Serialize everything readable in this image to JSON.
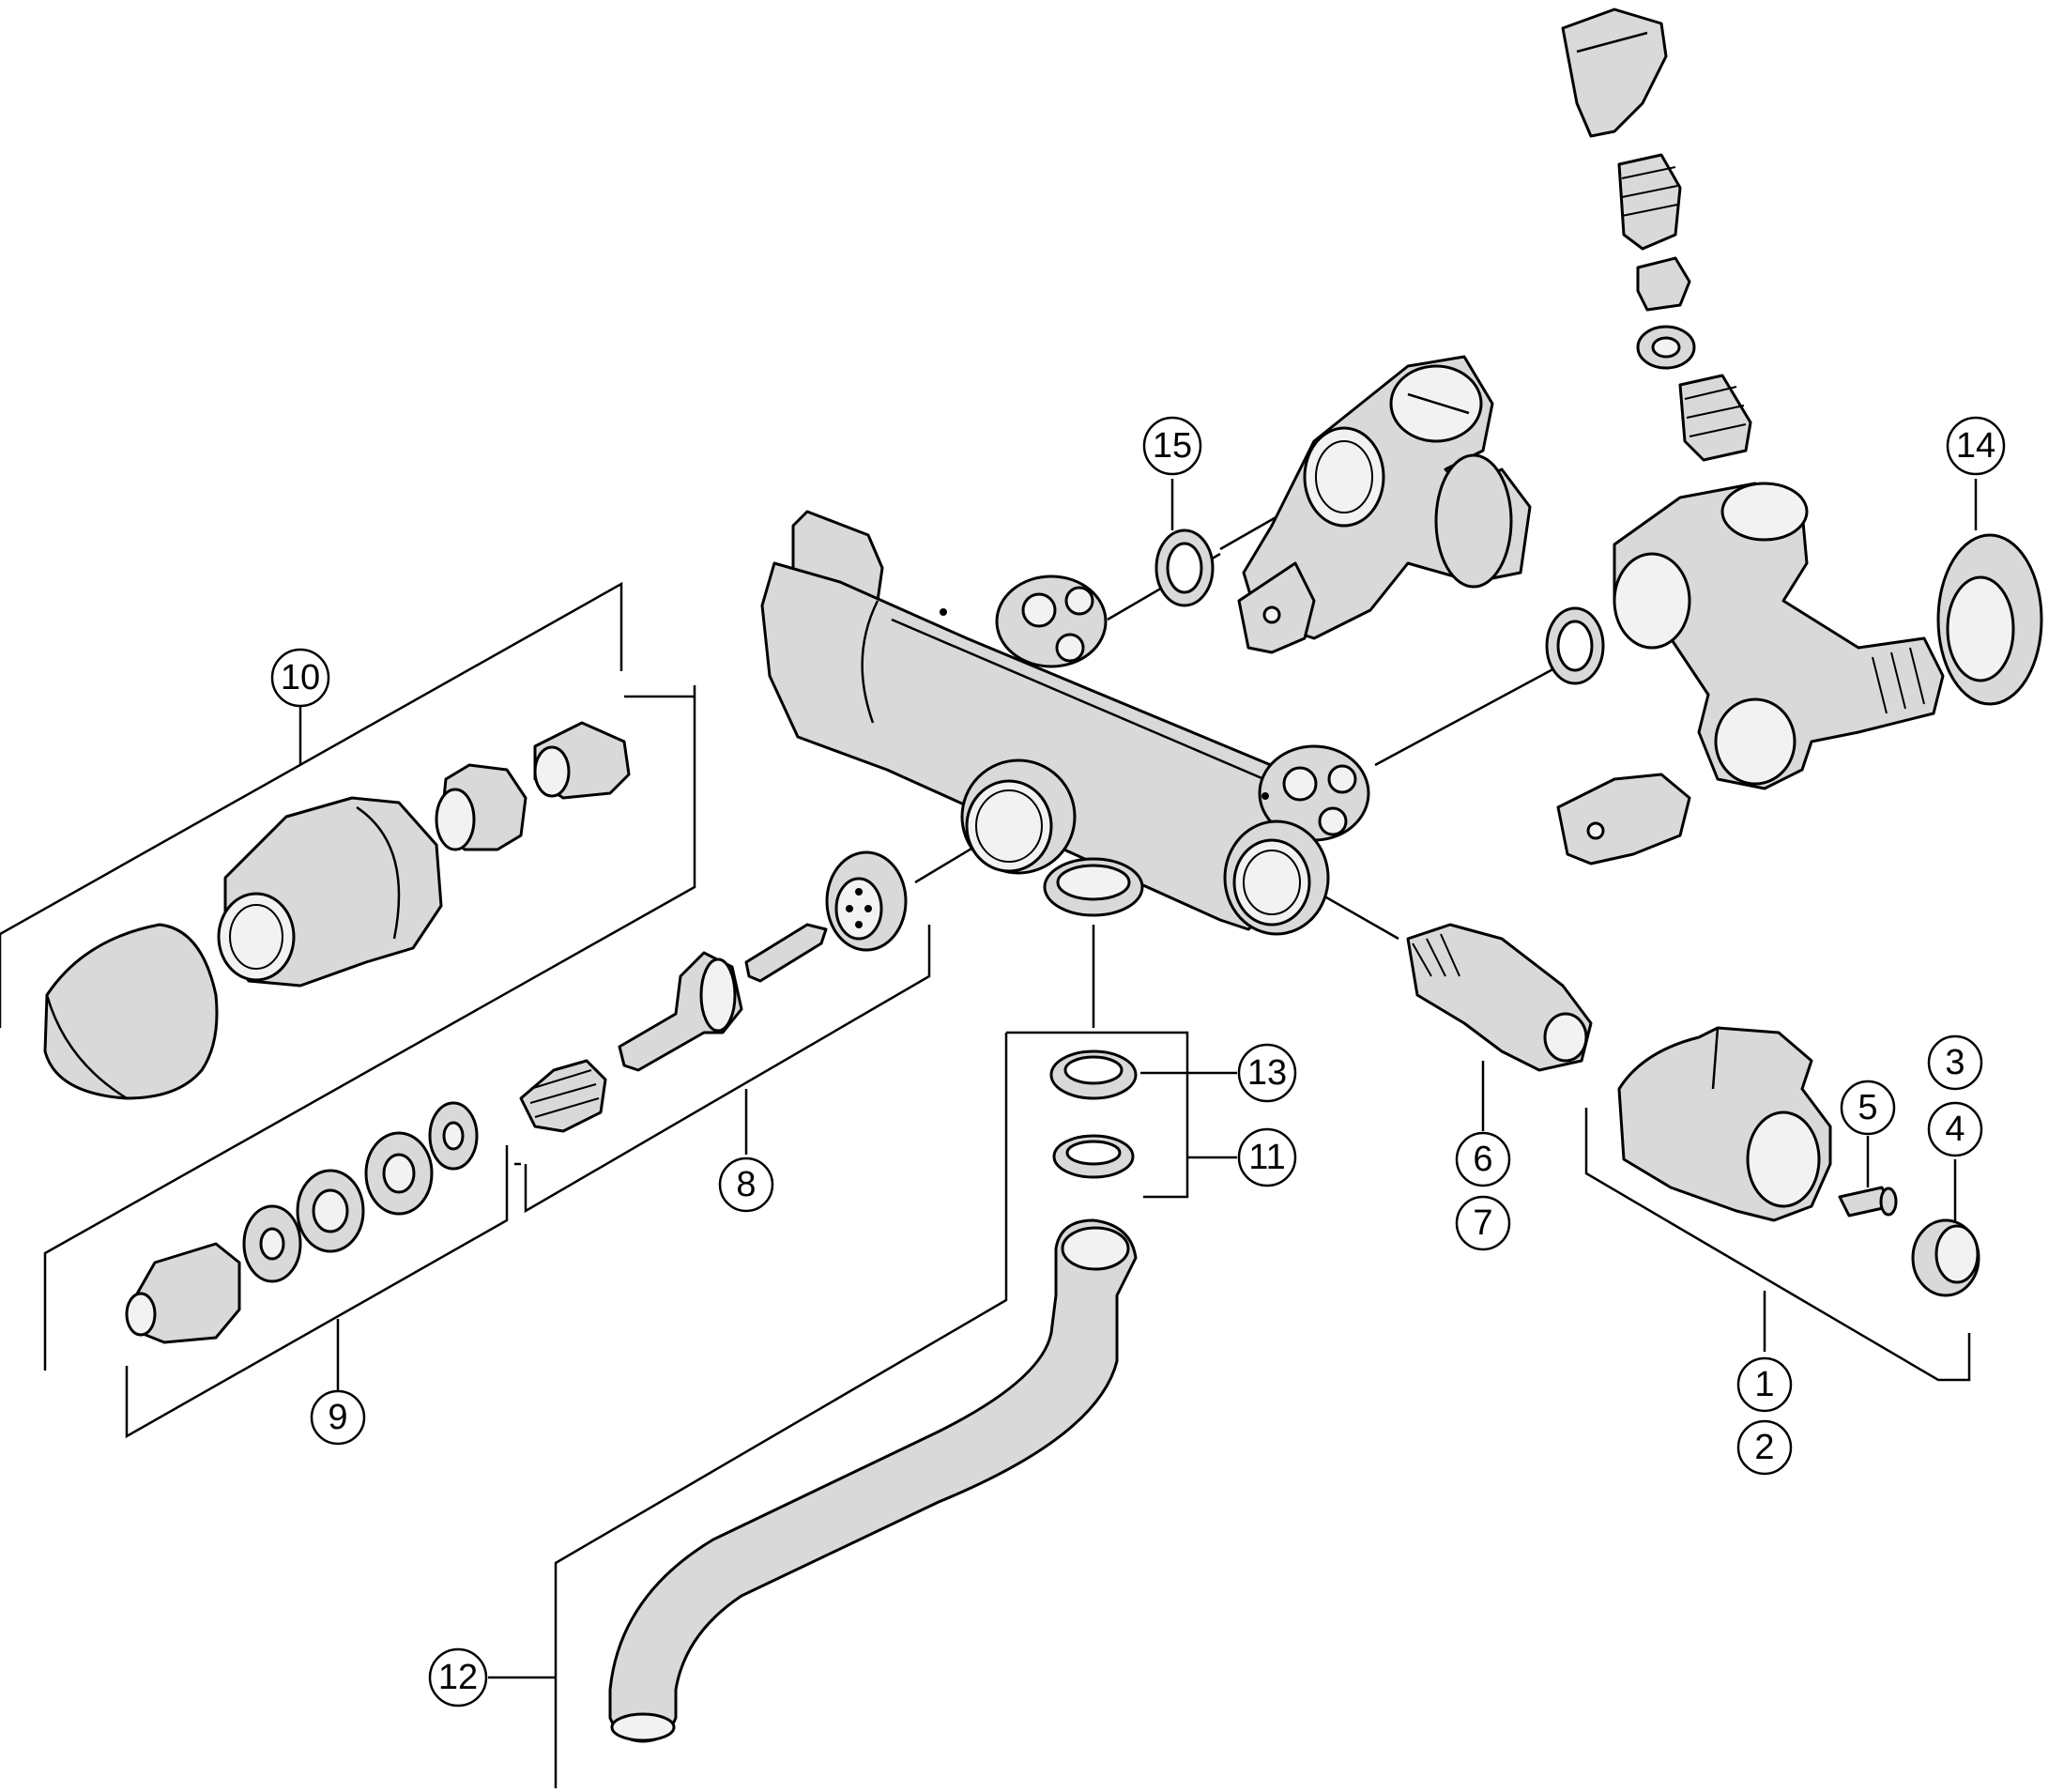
{
  "callouts": {
    "c1": "1",
    "c2": "2",
    "c3": "3",
    "c4": "4",
    "c5": "5",
    "c6": "6",
    "c7": "7",
    "c8": "8",
    "c9": "9",
    "c10": "10",
    "c11": "11",
    "c12": "12",
    "c13": "13",
    "c14": "14",
    "c15": "15"
  },
  "colors": {
    "part_fill": "#d9d9d9",
    "line": "#000000",
    "background": "#ffffff"
  }
}
